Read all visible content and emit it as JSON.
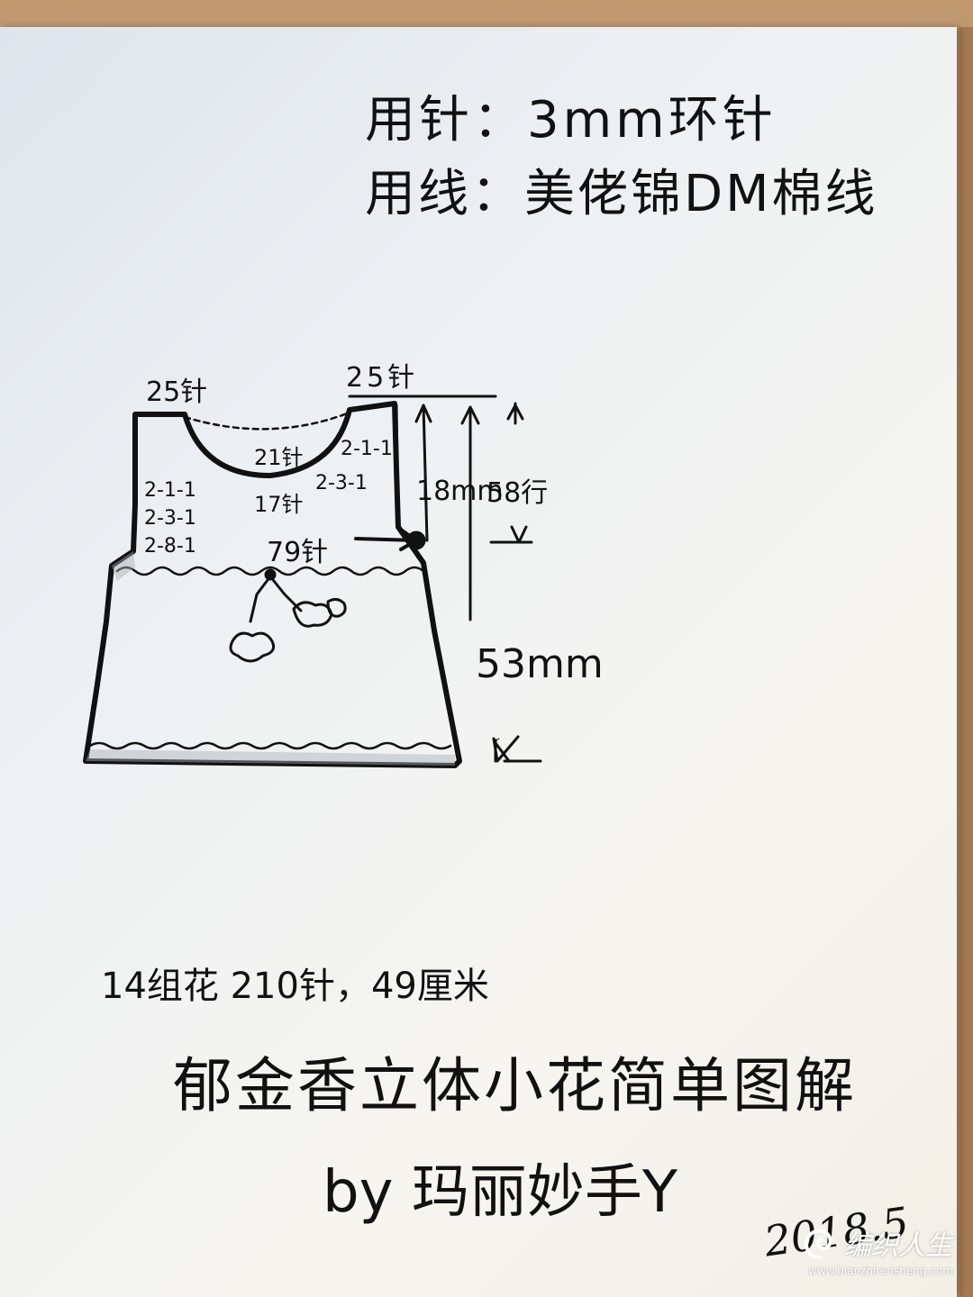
{
  "header": {
    "needle": "用针：3mm环针",
    "yarn": "用线：美佬锦DM棉线"
  },
  "diagram": {
    "left_shoulder": "25针",
    "right_shoulder": "25针",
    "neck_bottom": "21针",
    "neck_dec_1": "2-1-1",
    "neck_dec_2": "2-3-1",
    "neck_st": "17针",
    "armhole_1": "2-1-1",
    "armhole_2": "2-3-1",
    "armhole_3": "2-8-1",
    "yoke_st": "79针",
    "yoke_height": "18mm",
    "rows": "58行",
    "total_height": "53mm",
    "hem": "14组花 210针，49厘米"
  },
  "footer": {
    "title": "郁金香立体小花简单图解",
    "author": "by 玛丽妙手Y",
    "date": "2018.5"
  },
  "watermark": {
    "name": "编织人生",
    "url": "www.bianzhirensheng.com"
  }
}
